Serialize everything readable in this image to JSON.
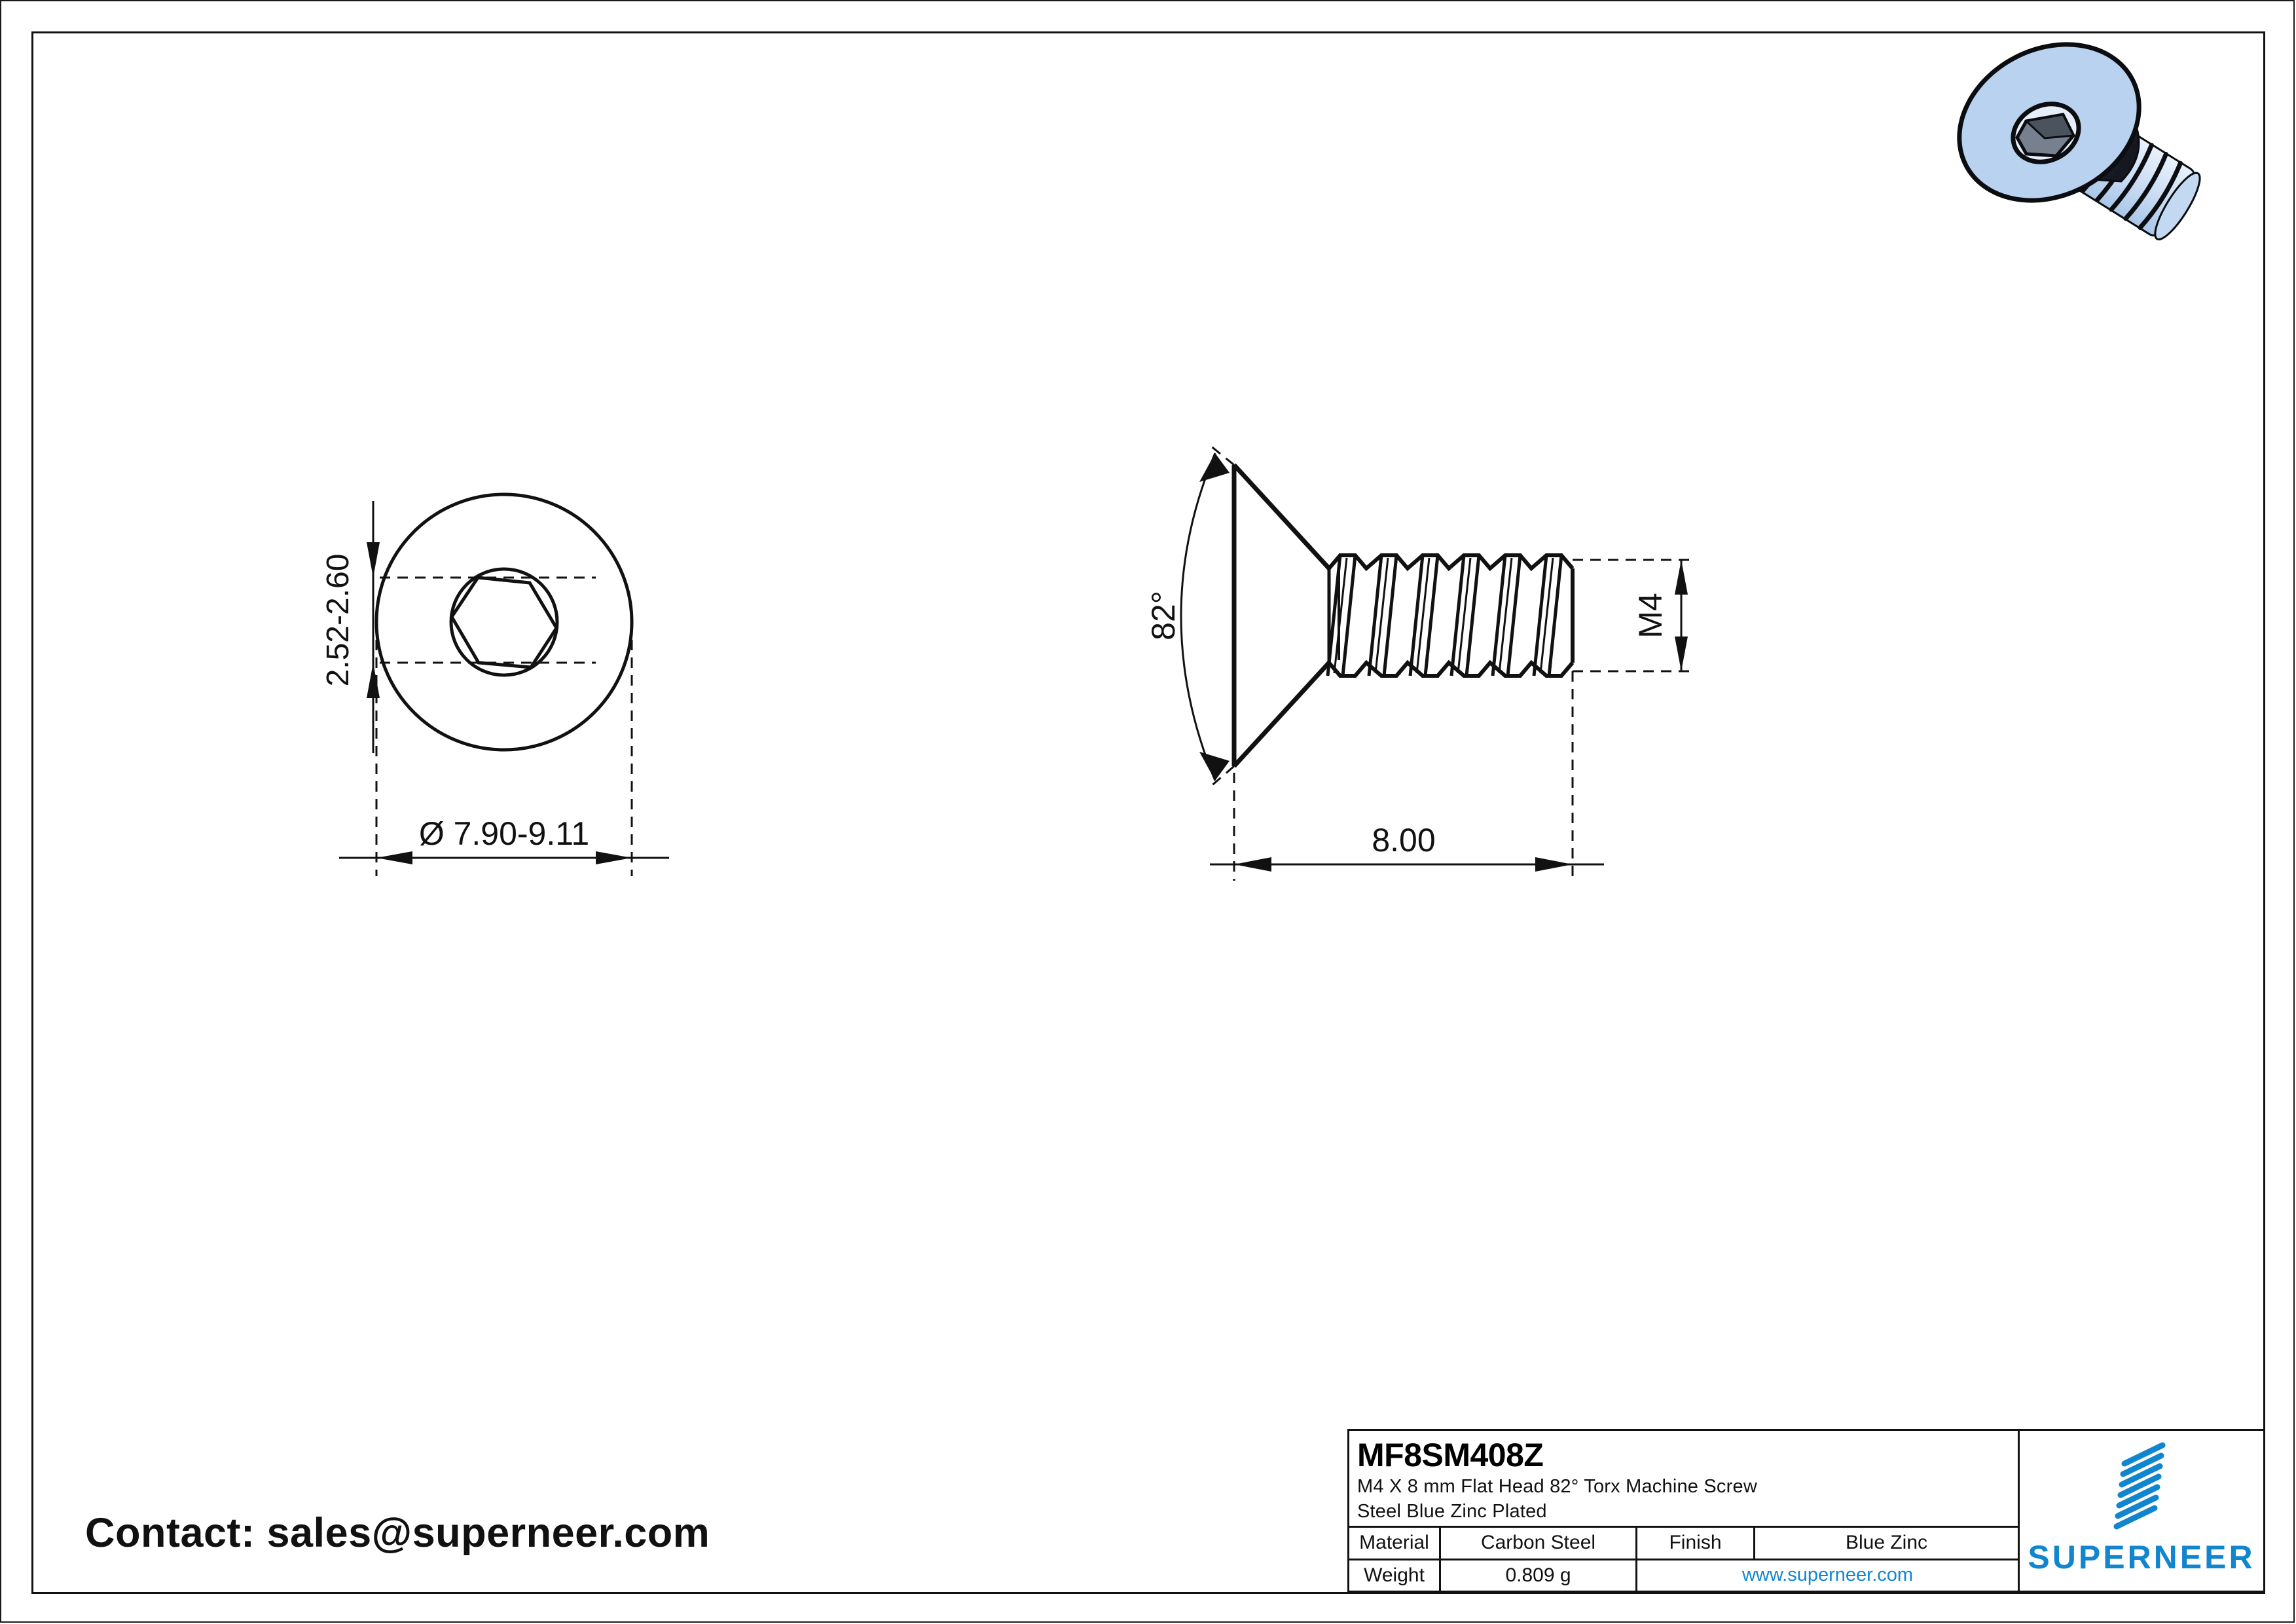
{
  "sheet": {
    "background": "#ffffff",
    "line_color": "#111111"
  },
  "contact": {
    "text": "Contact: sales@superneer.com"
  },
  "top_view": {
    "name": "head-top-view",
    "dimensions": {
      "socket_depth": "2.52-2.60",
      "head_diameter": "Ø 7.90-9.11"
    }
  },
  "side_view": {
    "name": "screw-side-view",
    "dimensions": {
      "head_angle": "82°",
      "thread_size": "M4",
      "length": "8.00"
    }
  },
  "iso_view": {
    "name": "screw-3d-render",
    "colors": {
      "head_fill": "#b8d2f0",
      "thread_fill": "#cfe0f5",
      "socket_dark": "#4b535e",
      "socket_mid": "#77808e",
      "shadow": "#2b2f36"
    }
  },
  "title_block": {
    "part_number": "MF8SM408Z",
    "description_line1": "M4 X 8 mm  Flat Head 82° Torx Machine Screw",
    "description_line2": "Steel Blue Zinc Plated",
    "rows": [
      {
        "label": "Material",
        "value": "Carbon Steel",
        "label2": "Finish",
        "value2": "Blue Zinc"
      },
      {
        "label": "Weight",
        "value": "0.809 g",
        "url": "www.superneer.com"
      }
    ],
    "brand": {
      "name": "SUPERNEER",
      "accent_color": "#1186ce",
      "mark": "striped-parallelogram-logo"
    }
  }
}
